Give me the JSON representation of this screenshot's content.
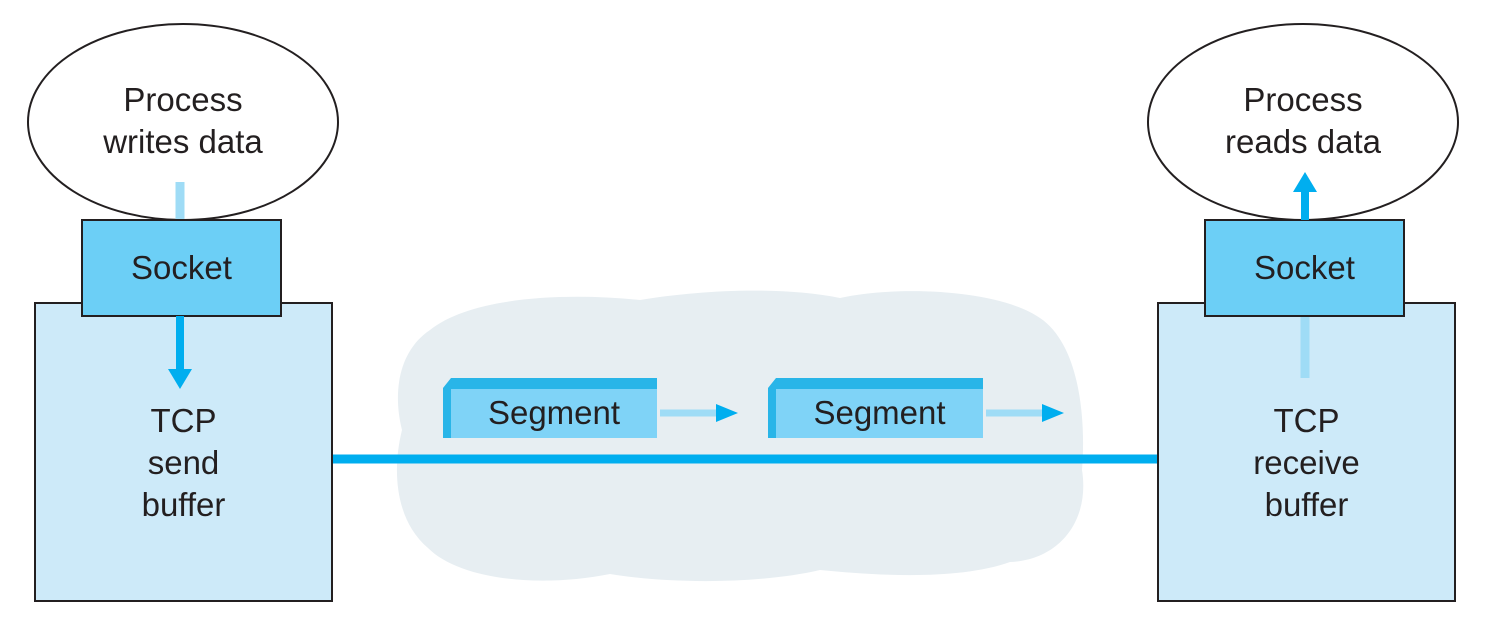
{
  "sender": {
    "process_text": "Process\nwrites data",
    "socket_label": "Socket",
    "buffer_text": "TCP\nsend\nbuffer"
  },
  "receiver": {
    "process_text": "Process\nreads data",
    "socket_label": "Socket",
    "buffer_text": "TCP\nreceive\nbuffer"
  },
  "network": {
    "segments": [
      "Segment",
      "Segment"
    ]
  },
  "colors": {
    "buffer_fill": "#cdeaf9",
    "socket_fill": "#6ccff6",
    "segment_fill": "#7fd3f7",
    "segment_shadow": "#29b5e8",
    "link": "#00aeef",
    "cloud": "#e7eef2"
  }
}
